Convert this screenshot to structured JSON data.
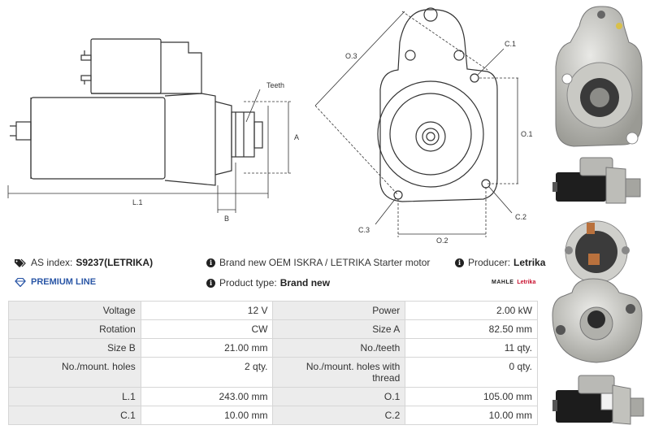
{
  "drawing_labels": {
    "teeth": "Teeth",
    "a": "A",
    "b": "B",
    "l1": "L.1",
    "o3": "O.3",
    "c1": "C.1",
    "o1": "O.1",
    "c2": "C.2",
    "c3": "C.3",
    "o2": "O.2"
  },
  "info": {
    "as_index_label": "AS index:",
    "as_index_value": "S9237(LETRIKA)",
    "description": "Brand new OEM ISKRA / LETRIKA Starter motor",
    "producer_label": "Producer:",
    "producer_value": "Letrika",
    "premium_line": "PREMIUM LINE",
    "product_type_label": "Product type:",
    "product_type_value": "Brand new",
    "brand_logo_1": "MAHLE",
    "brand_logo_2": "Letrika"
  },
  "specs": [
    {
      "k1": "Voltage",
      "v1": "12 V",
      "k2": "Power",
      "v2": "2.00 kW"
    },
    {
      "k1": "Rotation",
      "v1": "CW",
      "k2": "Size A",
      "v2": "82.50 mm"
    },
    {
      "k1": "Size B",
      "v1": "21.00 mm",
      "k2": "No./teeth",
      "v2": "11 qty."
    },
    {
      "k1": "No./mount. holes",
      "v1": "2 qty.",
      "k2": "No./mount. holes with thread",
      "v2": "0 qty."
    },
    {
      "k1": "L.1",
      "v1": "243.00 mm",
      "k2": "O.1",
      "v2": "105.00 mm"
    },
    {
      "k1": "C.1",
      "v1": "10.00 mm",
      "k2": "C.2",
      "v2": "10.00 mm"
    }
  ],
  "colors": {
    "premium_blue": "#2a56a6",
    "table_key_bg": "#ececec",
    "letrika_red": "#c8102e"
  }
}
